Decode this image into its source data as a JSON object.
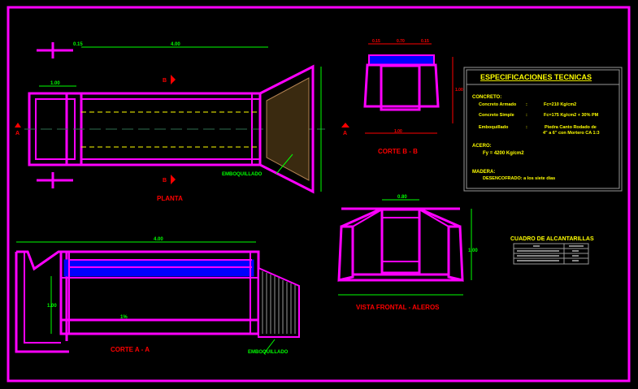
{
  "labels": {
    "planta": "PLANTA",
    "corte_bb": "CORTE  B - B",
    "corte_aa": "CORTE  A - A",
    "vista_frontal": "VISTA FRONTAL -  ALEROS",
    "section_a": "A",
    "section_b": "B",
    "emboquillado": "EMBOQUILLADO",
    "slope": "1%"
  },
  "dimensions": {
    "plan_length": "4.00",
    "plan_wall": "0.15",
    "plan_head": "1.00",
    "bb_top_left": "0.15",
    "bb_top_mid": "0.70",
    "bb_top_right": "0.15",
    "bb_height": "1.00",
    "bb_base": "1.00",
    "aa_length": "4.00",
    "aa_height": "1.00",
    "vf_top": "0.80",
    "vf_height": "1.00"
  },
  "specs": {
    "title": "ESPECIFICACIONES TECNICAS",
    "concreto_heading": "CONCRETO:",
    "rows": [
      {
        "label": "Concreto Armado",
        "sep": ":",
        "value": "Fc=210 Kg/cm2"
      },
      {
        "label": "Concreto Simple",
        "sep": ":",
        "value": "Fc=175 Kg/cm2 + 30% PM"
      },
      {
        "label": "Emboquillado",
        "sep": ":",
        "value": "Piedra Canto Rodado de",
        "value2": "4\" a 6\" con Mortero CA 1:3"
      }
    ],
    "acero_heading": "ACERO:",
    "acero_value": "Fy = 4200 Kg/cm2",
    "madera_heading": "MADERA:",
    "madera_value": "DESENCOFRADO:  a los siete dias"
  },
  "cuadro": {
    "title": "CUADRO DE ALCANTARILLAS"
  },
  "colors": {
    "line": "#ff00ff",
    "dim": "#00ff00",
    "title": "#ff0000",
    "spec": "#ffff00",
    "slab": "#0000ff"
  }
}
